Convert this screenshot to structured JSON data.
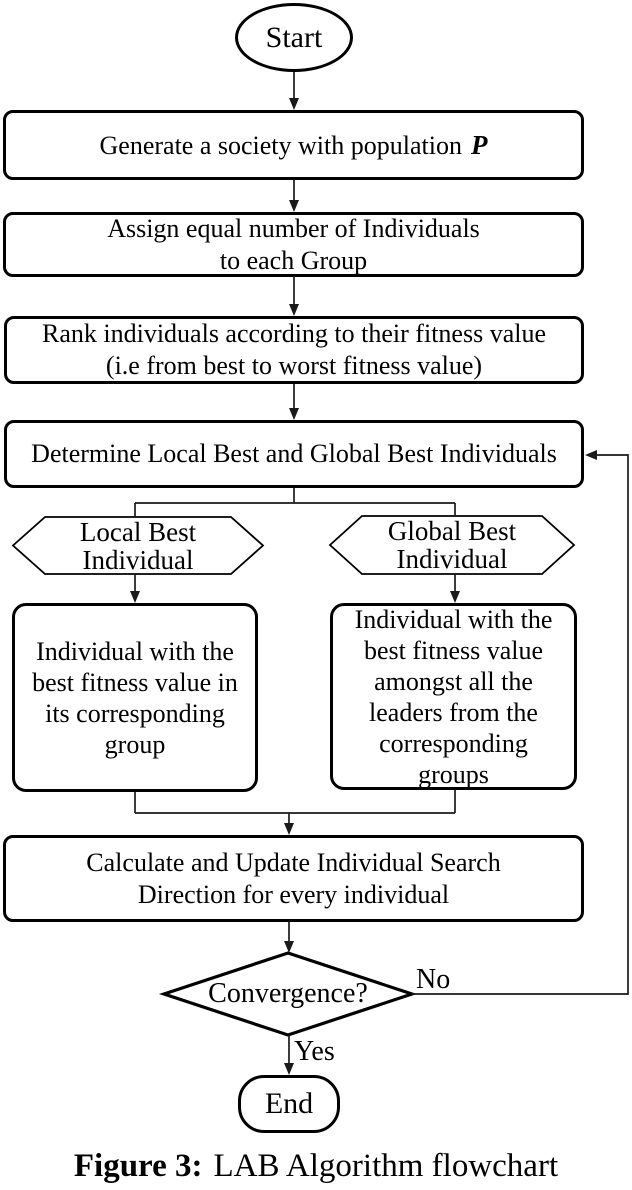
{
  "figure_caption": {
    "label_bold": "Figure 3:",
    "label_text": "LAB Algorithm flowchart"
  },
  "nodes": {
    "start": {
      "label": "Start"
    },
    "generate": {
      "text": "Generate a society with population",
      "population_symbol": "P"
    },
    "assign": {
      "lines": [
        "Assign equal number of Individuals",
        "to each Group"
      ]
    },
    "rank": {
      "lines": [
        "Rank individuals according to their fitness value",
        "(i.e from best to worst fitness value)"
      ]
    },
    "determine": {
      "text": "Determine Local Best and Global Best Individuals"
    },
    "local_best": {
      "lines": [
        "Local Best",
        "Individual"
      ]
    },
    "global_best": {
      "lines": [
        "Global Best",
        "Individual"
      ]
    },
    "local_best_desc": {
      "lines": [
        "Individual with the",
        "best fitness value in",
        "its corresponding",
        "group"
      ]
    },
    "global_best_desc": {
      "lines": [
        "Individual with the",
        "best fitness value",
        "amongst all the",
        "leaders from the",
        "corresponding",
        "groups"
      ]
    },
    "calculate": {
      "lines": [
        "Calculate and Update Individual Search",
        "Direction for every individual"
      ]
    },
    "convergence": {
      "label": "Convergence?"
    },
    "end": {
      "label": "End"
    }
  },
  "edge_labels": {
    "no": "No",
    "yes": "Yes"
  },
  "colors": {
    "shape_stroke": "#000000",
    "connector": "#1a1a1a",
    "background": "#ffffff",
    "text": "#000000"
  }
}
